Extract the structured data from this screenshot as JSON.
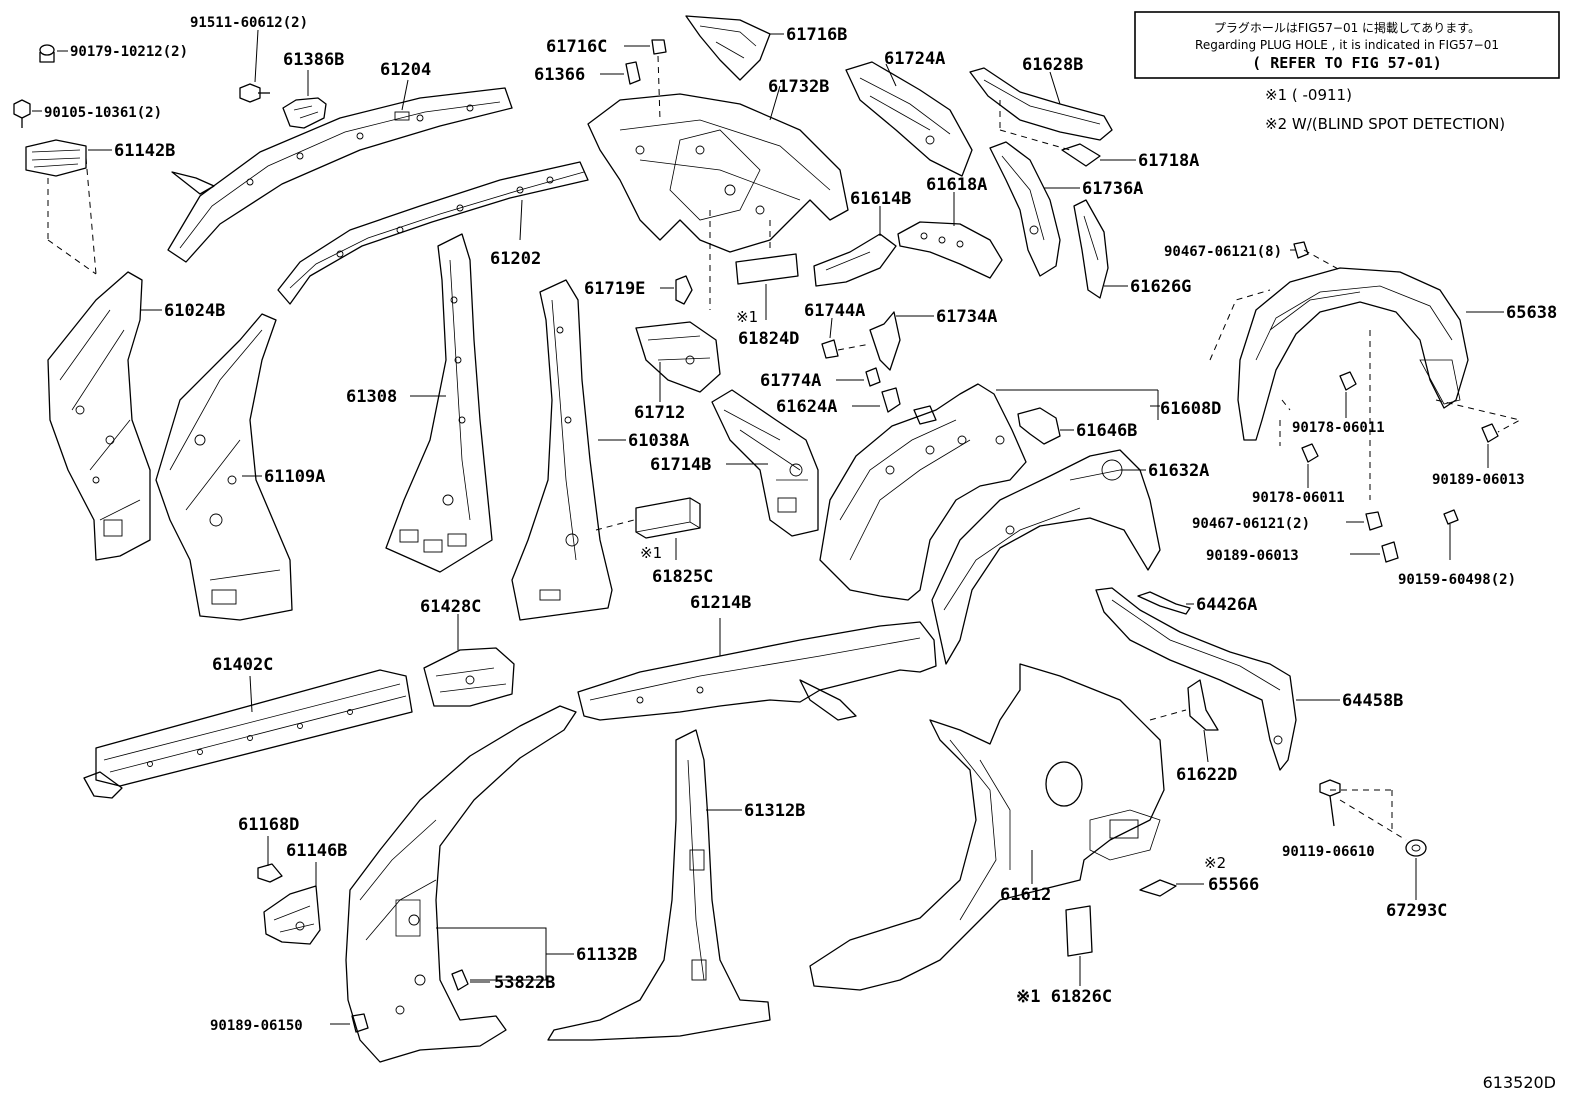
{
  "notice": {
    "line1": "プラグホールはFIG57−01 に掲載してあります。",
    "line2": "Regarding PLUG HOLE , it is indicated in FIG57−01",
    "line3": "( REFER TO FIG 57-01)"
  },
  "footnotes": {
    "note1": "※1 (      -0911)",
    "note2": "※2 W/(BLIND SPOT DETECTION)"
  },
  "figure_id": "613520D",
  "parts": {
    "p90179": "90179-10212(2)",
    "p91511": "91511-60612(2)",
    "p61386B": "61386B",
    "p61204": "61204",
    "p90105": "90105-10361(2)",
    "p61142B": "61142B",
    "p61202": "61202",
    "p61024B": "61024B",
    "p61308": "61308",
    "p61109A": "61109A",
    "p61038A": "61038A",
    "p61716C": "61716C",
    "p61366": "61366",
    "p61716B": "61716B",
    "p61732B": "61732B",
    "p61719E": "61719E",
    "p61824D": "61824D",
    "p61824D_mark": "※1",
    "p61712": "61712",
    "p61714B": "61714B",
    "p61825C": "61825C",
    "p61825C_mark": "※1",
    "p61724A": "61724A",
    "p61628B": "61628B",
    "p61718A": "61718A",
    "p61736A": "61736A",
    "p61618A": "61618A",
    "p61614B": "61614B",
    "p61744A": "61744A",
    "p61734A": "61734A",
    "p61774A": "61774A",
    "p61624A": "61624A",
    "p61626G": "61626G",
    "p90467a": "90467-06121(8)",
    "p65638": "65638",
    "p61608D": "61608D",
    "p61646B": "61646B",
    "p90178a": "90178-06011",
    "p90178b": "90178-06011",
    "p90189a": "90189-06013",
    "p90467b": "90467-06121(2)",
    "p90189b": "90189-06013",
    "p90159": "90159-60498(2)",
    "p61632A": "61632A",
    "p64426A": "64426A",
    "p61428C": "61428C",
    "p61402C": "61402C",
    "p61214B": "61214B",
    "p64458B": "64458B",
    "p61622D": "61622D",
    "p90119": "90119-06610",
    "p67293C": "67293C",
    "p61312B": "61312B",
    "p61168D": "61168D",
    "p61146B": "61146B",
    "p61132B": "61132B",
    "p53822B": "53822B",
    "p90189c": "90189-06150",
    "p61612": "61612",
    "p65566": "65566",
    "p65566_mark": "※2",
    "p61826C": "※1 61826C"
  }
}
